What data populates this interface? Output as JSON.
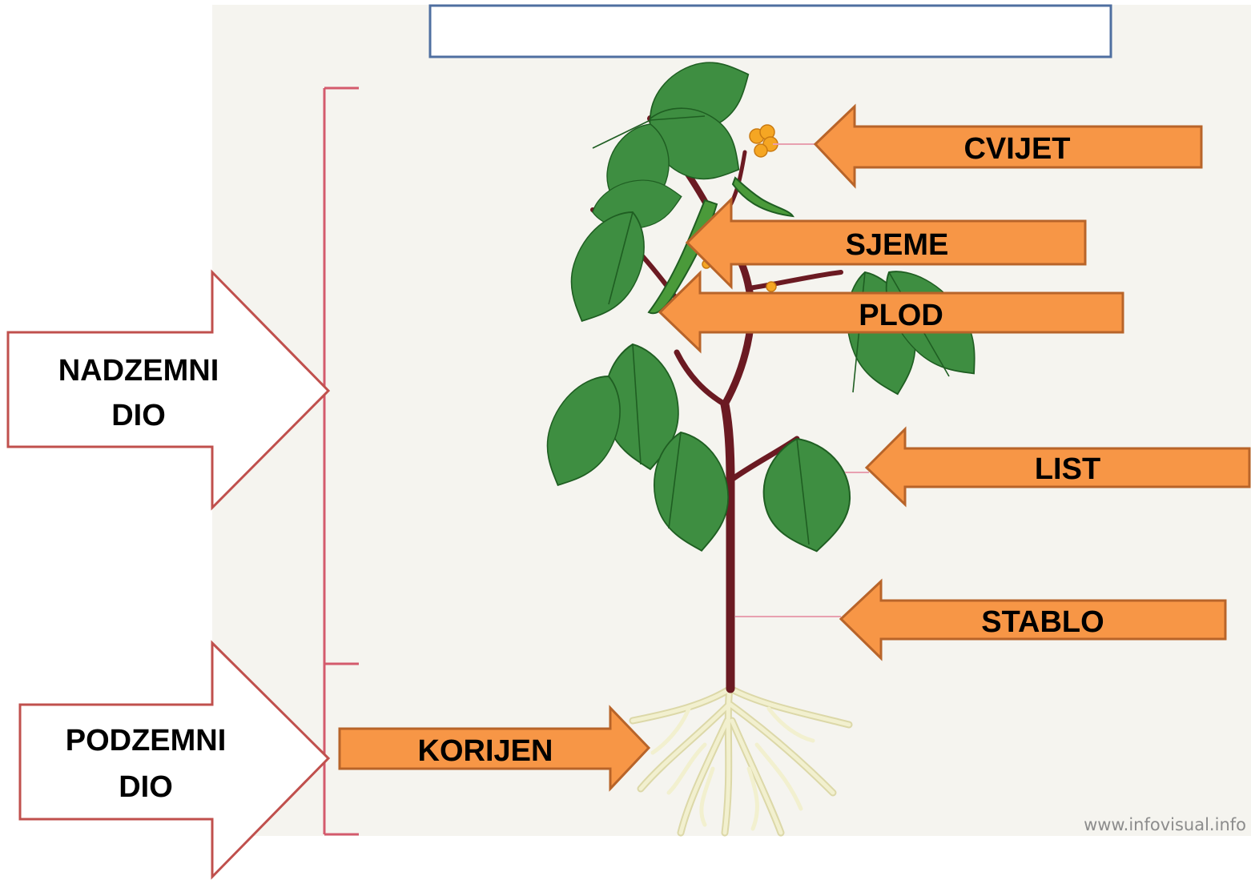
{
  "title_box": {
    "text": ""
  },
  "labels": {
    "flower": "CVIJET",
    "seed": "SJEME",
    "fruit": "PLOD",
    "leaf": "LIST",
    "stem": "STABLO",
    "root": "KORIJEN"
  },
  "sections": {
    "above_ground": [
      "NADZEMNI",
      "DIO"
    ],
    "below_ground": [
      "PODZEMNI",
      "DIO"
    ]
  },
  "watermark": "www.infovisual.info",
  "colors": {
    "arrow_fill": "#f79646",
    "arrow_stroke": "#b86429",
    "outline_arrow_stroke": "#c0504d",
    "title_box_stroke": "#4f6fa0",
    "bracket": "#d45a6c",
    "leaf": "#3e8e41",
    "stem": "#6b1a22",
    "root": "#f2f0cf"
  }
}
